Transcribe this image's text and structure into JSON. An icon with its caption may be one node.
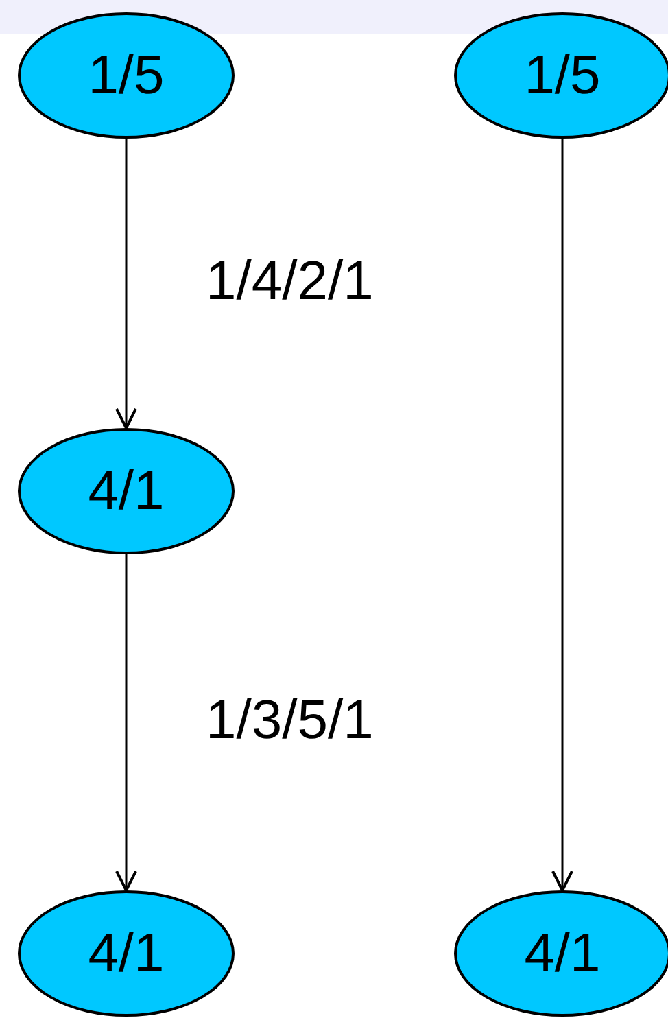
{
  "diagram": {
    "nodes": [
      {
        "text": [
          "1/5"
        ]
      },
      {
        "text": [
          "1/5"
        ]
      },
      {
        "text": [
          "4/1"
        ]
      },
      {
        "text": [
          "4/1"
        ]
      },
      {
        "text": [
          "4/1"
        ]
      }
    ],
    "edges": [
      {
        "from": 0,
        "to": 2,
        "arrow": "to",
        "label": "1/4/2/1"
      },
      {
        "from": 2,
        "to": 3,
        "arrow": "to",
        "label": "1/3/5/1"
      },
      {
        "from": 1,
        "to": 4,
        "arrow": "to"
      }
    ]
  }
}
